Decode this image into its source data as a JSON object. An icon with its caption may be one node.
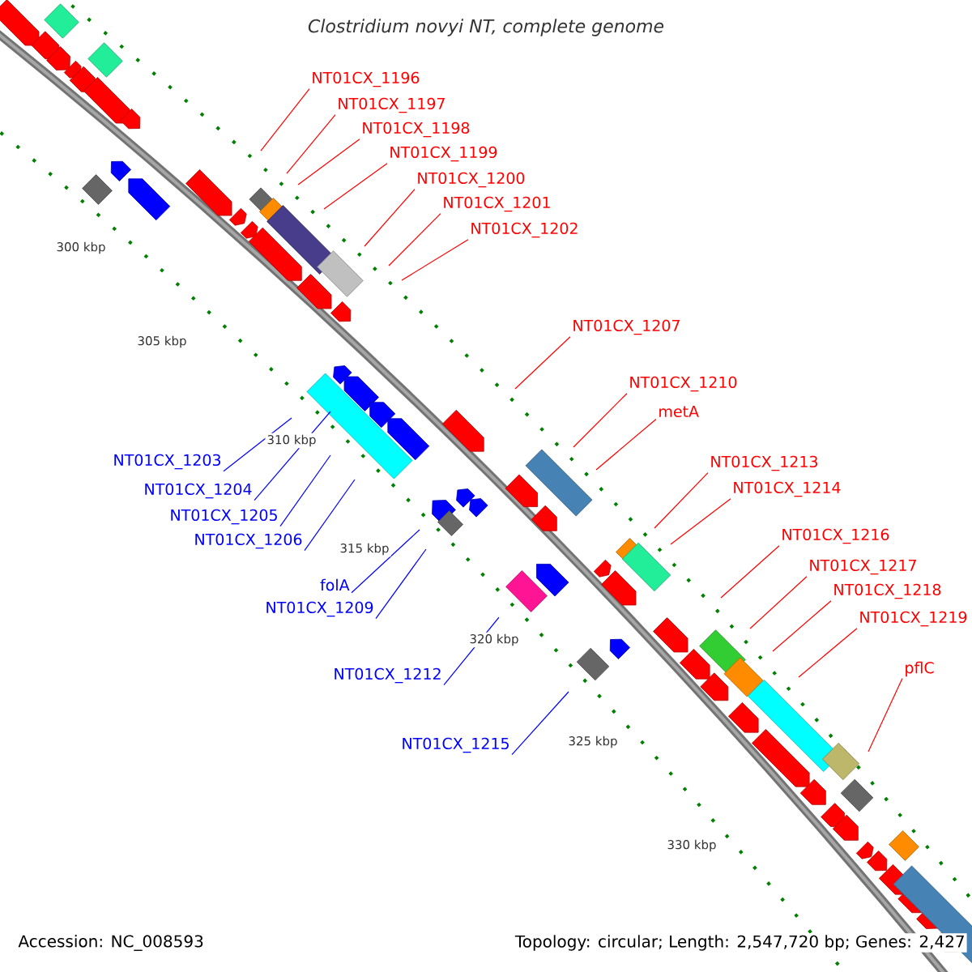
{
  "diagram": {
    "title": "Clostridium novyi NT, complete genome",
    "nodes": [
      {
        "text": [
          "NT01CX_1196"
        ]
      },
      {
        "text": [
          "NT01CX_1197"
        ]
      },
      {
        "text": [
          "NT01CX_1198"
        ]
      },
      {
        "text": [
          "NT01CX_1199"
        ]
      },
      {
        "text": [
          "NT01CX_1200"
        ]
      },
      {
        "text": [
          "NT01CX_1201"
        ]
      },
      {
        "text": [
          "NT01CX_1202"
        ]
      },
      {
        "text": [
          "NT01CX_1207"
        ]
      },
      {
        "text": [
          "NT01CX_1210"
        ]
      },
      {
        "text": [
          "metA"
        ]
      },
      {
        "text": [
          "NT01CX_1203"
        ]
      },
      {
        "text": [
          "NT01CX_1213"
        ]
      },
      {
        "text": [
          "NT01CX_1214"
        ]
      },
      {
        "text": [
          "NT01CX_1204"
        ]
      },
      {
        "text": [
          "NT01CX_1205"
        ]
      },
      {
        "text": [
          "NT01CX_1216"
        ]
      },
      {
        "text": [
          "NT01CX_1206"
        ]
      },
      {
        "text": [
          "NT01CX_1217"
        ]
      },
      {
        "text": [
          "folA"
        ]
      },
      {
        "text": [
          "NT01CX_1218"
        ]
      },
      {
        "text": [
          "NT01CX_1209"
        ]
      },
      {
        "text": [
          "NT01CX_1219"
        ]
      },
      {
        "text": [
          "pflC"
        ]
      },
      {
        "text": [
          "NT01CX_1212"
        ]
      },
      {
        "text": [
          "NT01CX_1215"
        ]
      }
    ],
    "edges": [
      {
        "from": 0,
        "to": null,
        "arrow": "none"
      },
      {
        "from": 1,
        "to": null,
        "arrow": "none"
      },
      {
        "from": 2,
        "to": null,
        "arrow": "none"
      },
      {
        "from": 3,
        "to": null,
        "arrow": "none"
      },
      {
        "from": 4,
        "to": null,
        "arrow": "none"
      },
      {
        "from": 5,
        "to": null,
        "arrow": "none"
      },
      {
        "from": 6,
        "to": null,
        "arrow": "none"
      },
      {
        "from": 7,
        "to": null,
        "arrow": "none"
      },
      {
        "from": 8,
        "to": null,
        "arrow": "none"
      },
      {
        "from": 9,
        "to": null,
        "arrow": "none"
      },
      {
        "from": 10,
        "to": null,
        "arrow": "none",
        "color": "#0000ff"
      },
      {
        "from": 11,
        "to": null,
        "arrow": "none"
      },
      {
        "from": 12,
        "to": null,
        "arrow": "none"
      },
      {
        "from": 13,
        "to": null,
        "arrow": "none",
        "color": "#0000ff"
      },
      {
        "from": 14,
        "to": null,
        "arrow": "none",
        "color": "#0000ff"
      },
      {
        "from": 15,
        "to": null,
        "arrow": "none"
      },
      {
        "from": 16,
        "to": null,
        "arrow": "none",
        "color": "#0000ff"
      },
      {
        "from": 17,
        "to": null,
        "arrow": "none"
      },
      {
        "from": 18,
        "to": null,
        "arrow": "none",
        "color": "#0000ff"
      },
      {
        "from": 19,
        "to": null,
        "arrow": "none"
      },
      {
        "from": 20,
        "to": null,
        "arrow": "none",
        "color": "#0000ff"
      },
      {
        "from": 21,
        "to": null,
        "arrow": "none"
      },
      {
        "from": 22,
        "to": null,
        "arrow": "none"
      },
      {
        "from": 23,
        "to": null,
        "arrow": "none",
        "color": "#0000ff"
      },
      {
        "from": 24,
        "to": null,
        "arrow": "none",
        "color": "#0000ff"
      }
    ],
    "labels": [
      "300 kbp",
      "305 kbp",
      "310 kbp",
      "315 kbp",
      "320 kbp",
      "325 kbp",
      "330 kbp",
      "Accession: NC_008593",
      "Topology: circular; Length: 2,547,720 bp; Genes: 2,427"
    ]
  }
}
